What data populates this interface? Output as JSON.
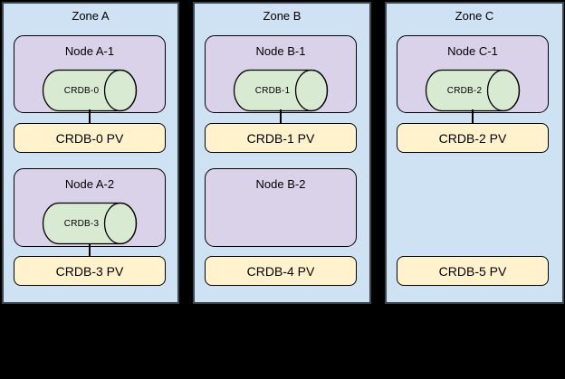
{
  "diagram": {
    "description": "Three availability zones each containing Kubernetes nodes with CockroachDB pods (cylinders) attached to persistent volumes",
    "colors": {
      "background": "#000000",
      "zone_fill": "#cfe2f3",
      "zone_border": "#37474f",
      "node_fill": "#d9d2e9",
      "pod_fill": "#d9ead3",
      "pv_fill": "#fff2cc",
      "shape_border": "#000000",
      "text": "#000000"
    }
  },
  "zones": [
    {
      "title": "Zone A",
      "nodes": [
        {
          "label": "Node A-1",
          "pod": "CRDB-0"
        },
        {
          "label": "Node A-2",
          "pod": "CRDB-3"
        }
      ],
      "pvs": [
        "CRDB-0 PV",
        "CRDB-3 PV"
      ]
    },
    {
      "title": "Zone B",
      "nodes": [
        {
          "label": "Node B-1",
          "pod": "CRDB-1"
        },
        {
          "label": "Node B-2"
        }
      ],
      "pvs": [
        "CRDB-1 PV",
        "CRDB-4 PV"
      ]
    },
    {
      "title": "Zone C",
      "nodes": [
        {
          "label": "Node C-1",
          "pod": "CRDB-2"
        }
      ],
      "pvs": [
        "CRDB-2 PV",
        "CRDB-5 PV"
      ]
    }
  ]
}
